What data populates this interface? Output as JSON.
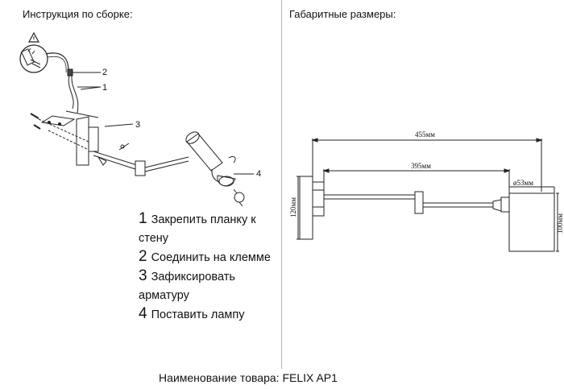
{
  "left_heading": "Инструкция по сборке:",
  "right_heading": "Габаритные размеры:",
  "callouts": [
    "1",
    "2",
    "3",
    "4"
  ],
  "steps": [
    {
      "num": "1",
      "line1": "Закрепить планку к",
      "line2": "стену"
    },
    {
      "num": "2",
      "line1": "Соединить на клемме",
      "line2": ""
    },
    {
      "num": "3",
      "line1": "Зафиксировать",
      "line2": "арматуру"
    },
    {
      "num": "4",
      "line1": "Поставить лампу",
      "line2": ""
    }
  ],
  "dimensions": {
    "total_length": "455",
    "arm_length": "395",
    "shade_diameter": "ø53",
    "base_height": "120",
    "shade_height": "100",
    "unit": "мм"
  },
  "footer": "Наименование товара: FELIX AP1",
  "icons": [
    "warning-triangle-icon",
    "wire-terminal-icon",
    "screw-icon"
  ]
}
